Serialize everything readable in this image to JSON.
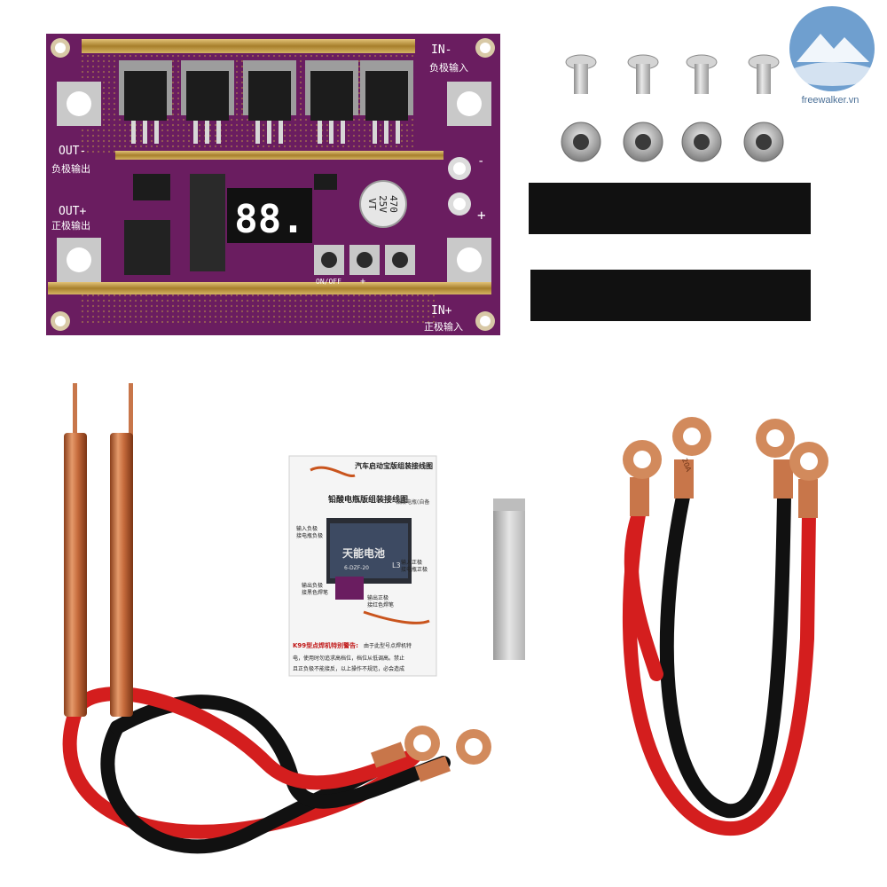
{
  "watermark": {
    "text": "freewalker.vn"
  },
  "board": {
    "labels": {
      "in_neg": "IN-",
      "in_neg_cn": "负极输入",
      "out_neg": "OUT-",
      "out_neg_cn": "负极输出",
      "out_pos": "OUT+",
      "out_pos_cn": "正极输出",
      "in_pos": "IN+",
      "in_pos_cn": "正极输入",
      "display": "88.",
      "capacitor_top": "470",
      "capacitor_mid": "25V",
      "capacitor_bot": "VT",
      "on_off": "ON/OFF",
      "plus": "+",
      "minus": "-"
    },
    "colors": {
      "pcb": "#6a1d60",
      "copper_bar": "#c9a24a",
      "display_digit": "#ffffff"
    }
  },
  "manual": {
    "title_top": "汽车启动宝版组装接线图",
    "title_main": "铅酸电瓶版组装接线图",
    "side_note": "铅酸电瓶(自备",
    "battery_brand": "天能电池",
    "battery_model": "6-DZF-20",
    "battery_side": "L3",
    "label_in_neg": "输入负极",
    "label_in_neg2": "接电瓶负极",
    "label_in_pos": "输入正极",
    "label_in_pos2": "接电瓶正极",
    "label_out_neg": "输出负极",
    "label_out_neg2": "接黑色焊笔",
    "label_out_pos": "输出正极",
    "label_out_pos2": "接红色焊笔",
    "warning_title": "K99型点焊机特别警告:",
    "warning_1": "由于此型号点焊机特",
    "warning_2": "电，使用时勿追求高档位，档位从低调高。禁止",
    "warning_3": "且正负极不能接反，以上操作不规范，必会造成"
  },
  "cable_label": "20A"
}
